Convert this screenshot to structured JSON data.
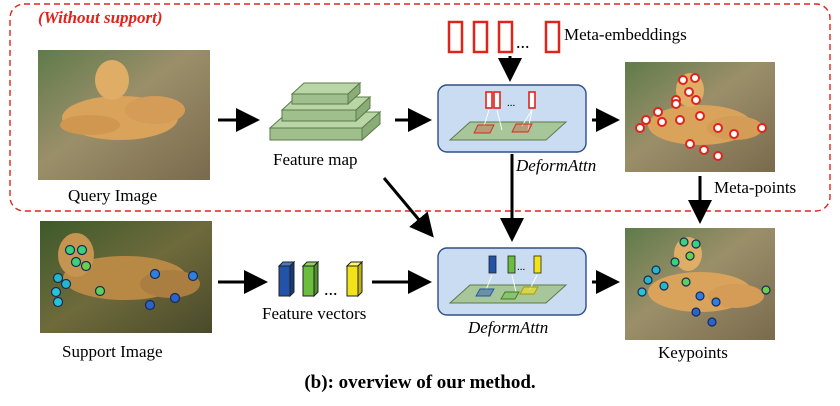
{
  "title_without_support": "(Without support)",
  "labels": {
    "meta_embeddings": "Meta-embeddings",
    "feature_map": "Feature map",
    "query_image": "Query Image",
    "deform_attn_top": "DeformAttn",
    "deform_attn_bottom": "DeformAttn",
    "meta_points": "Meta-points",
    "feature_vectors": "Feature vectors",
    "support_image": "Support Image",
    "keypoints": "Keypoints",
    "ellipsis": "..."
  },
  "caption": "(b): overview of our method.",
  "colors": {
    "dashed_border": "#e0241b",
    "attn_box_fill": "#c9dcf2",
    "attn_box_stroke": "#2f4f86",
    "plane_fill": "#a7c69a",
    "layer_fill": "#b9d6a6",
    "meta_point": "#e0241b",
    "vector_blue": "#2353a8",
    "vector_green": "#6bbd3d",
    "vector_yellow": "#f2e318"
  }
}
